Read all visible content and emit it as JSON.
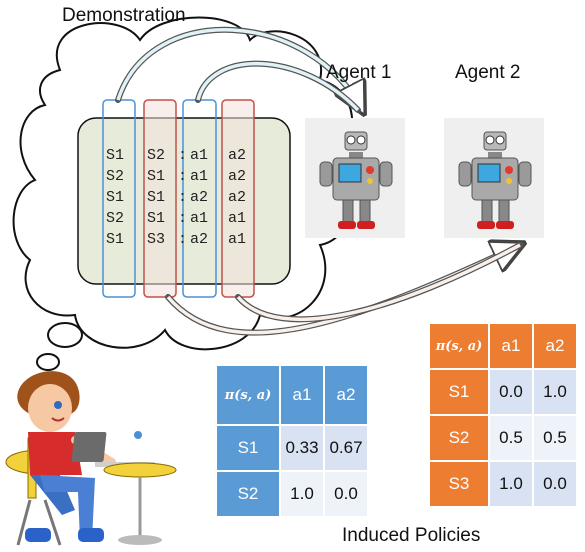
{
  "labels": {
    "demonstration": "Demonstration",
    "agent1": "Agent 1",
    "agent2": "Agent 2",
    "induced": "Induced Policies"
  },
  "demo_columns": {
    "c1": [
      "S1",
      "S2",
      "S1",
      "S2",
      "S1"
    ],
    "c2": [
      "S2",
      "S1",
      "S1",
      "S1",
      "S3"
    ],
    "colon": [
      ":",
      ":",
      ":",
      ":",
      ":"
    ],
    "c3": [
      "a1",
      "a1",
      "a2",
      "a1",
      "a2"
    ],
    "c4": [
      "a2",
      "a2",
      "a2",
      "a1",
      "a1"
    ]
  },
  "policy1": {
    "corner": "π(s, a)",
    "headers": [
      "a1",
      "a2"
    ],
    "rows": [
      {
        "state": "S1",
        "vals": [
          "0.33",
          "0.67"
        ]
      },
      {
        "state": "S2",
        "vals": [
          "1.0",
          "0.0"
        ]
      }
    ]
  },
  "policy2": {
    "corner": "π(s, a)",
    "headers": [
      "a1",
      "a2"
    ],
    "rows": [
      {
        "state": "S1",
        "vals": [
          "0.0",
          "1.0"
        ]
      },
      {
        "state": "S2",
        "vals": [
          "0.5",
          "0.5"
        ]
      },
      {
        "state": "S3",
        "vals": [
          "1.0",
          "0.0"
        ]
      }
    ]
  },
  "colors": {
    "blue_header": "#5b9bd5",
    "blue_cell": "#d9e2f3",
    "orange_header": "#ed7d31",
    "orange_cell": "#f4dccb",
    "blue_frame": "#4a90d9",
    "red_frame": "#c0504d",
    "panel_fill": "#e7ecda"
  },
  "icons": [
    "thought-cloud",
    "robot-agent-1",
    "robot-agent-2",
    "boy-at-laptop"
  ]
}
